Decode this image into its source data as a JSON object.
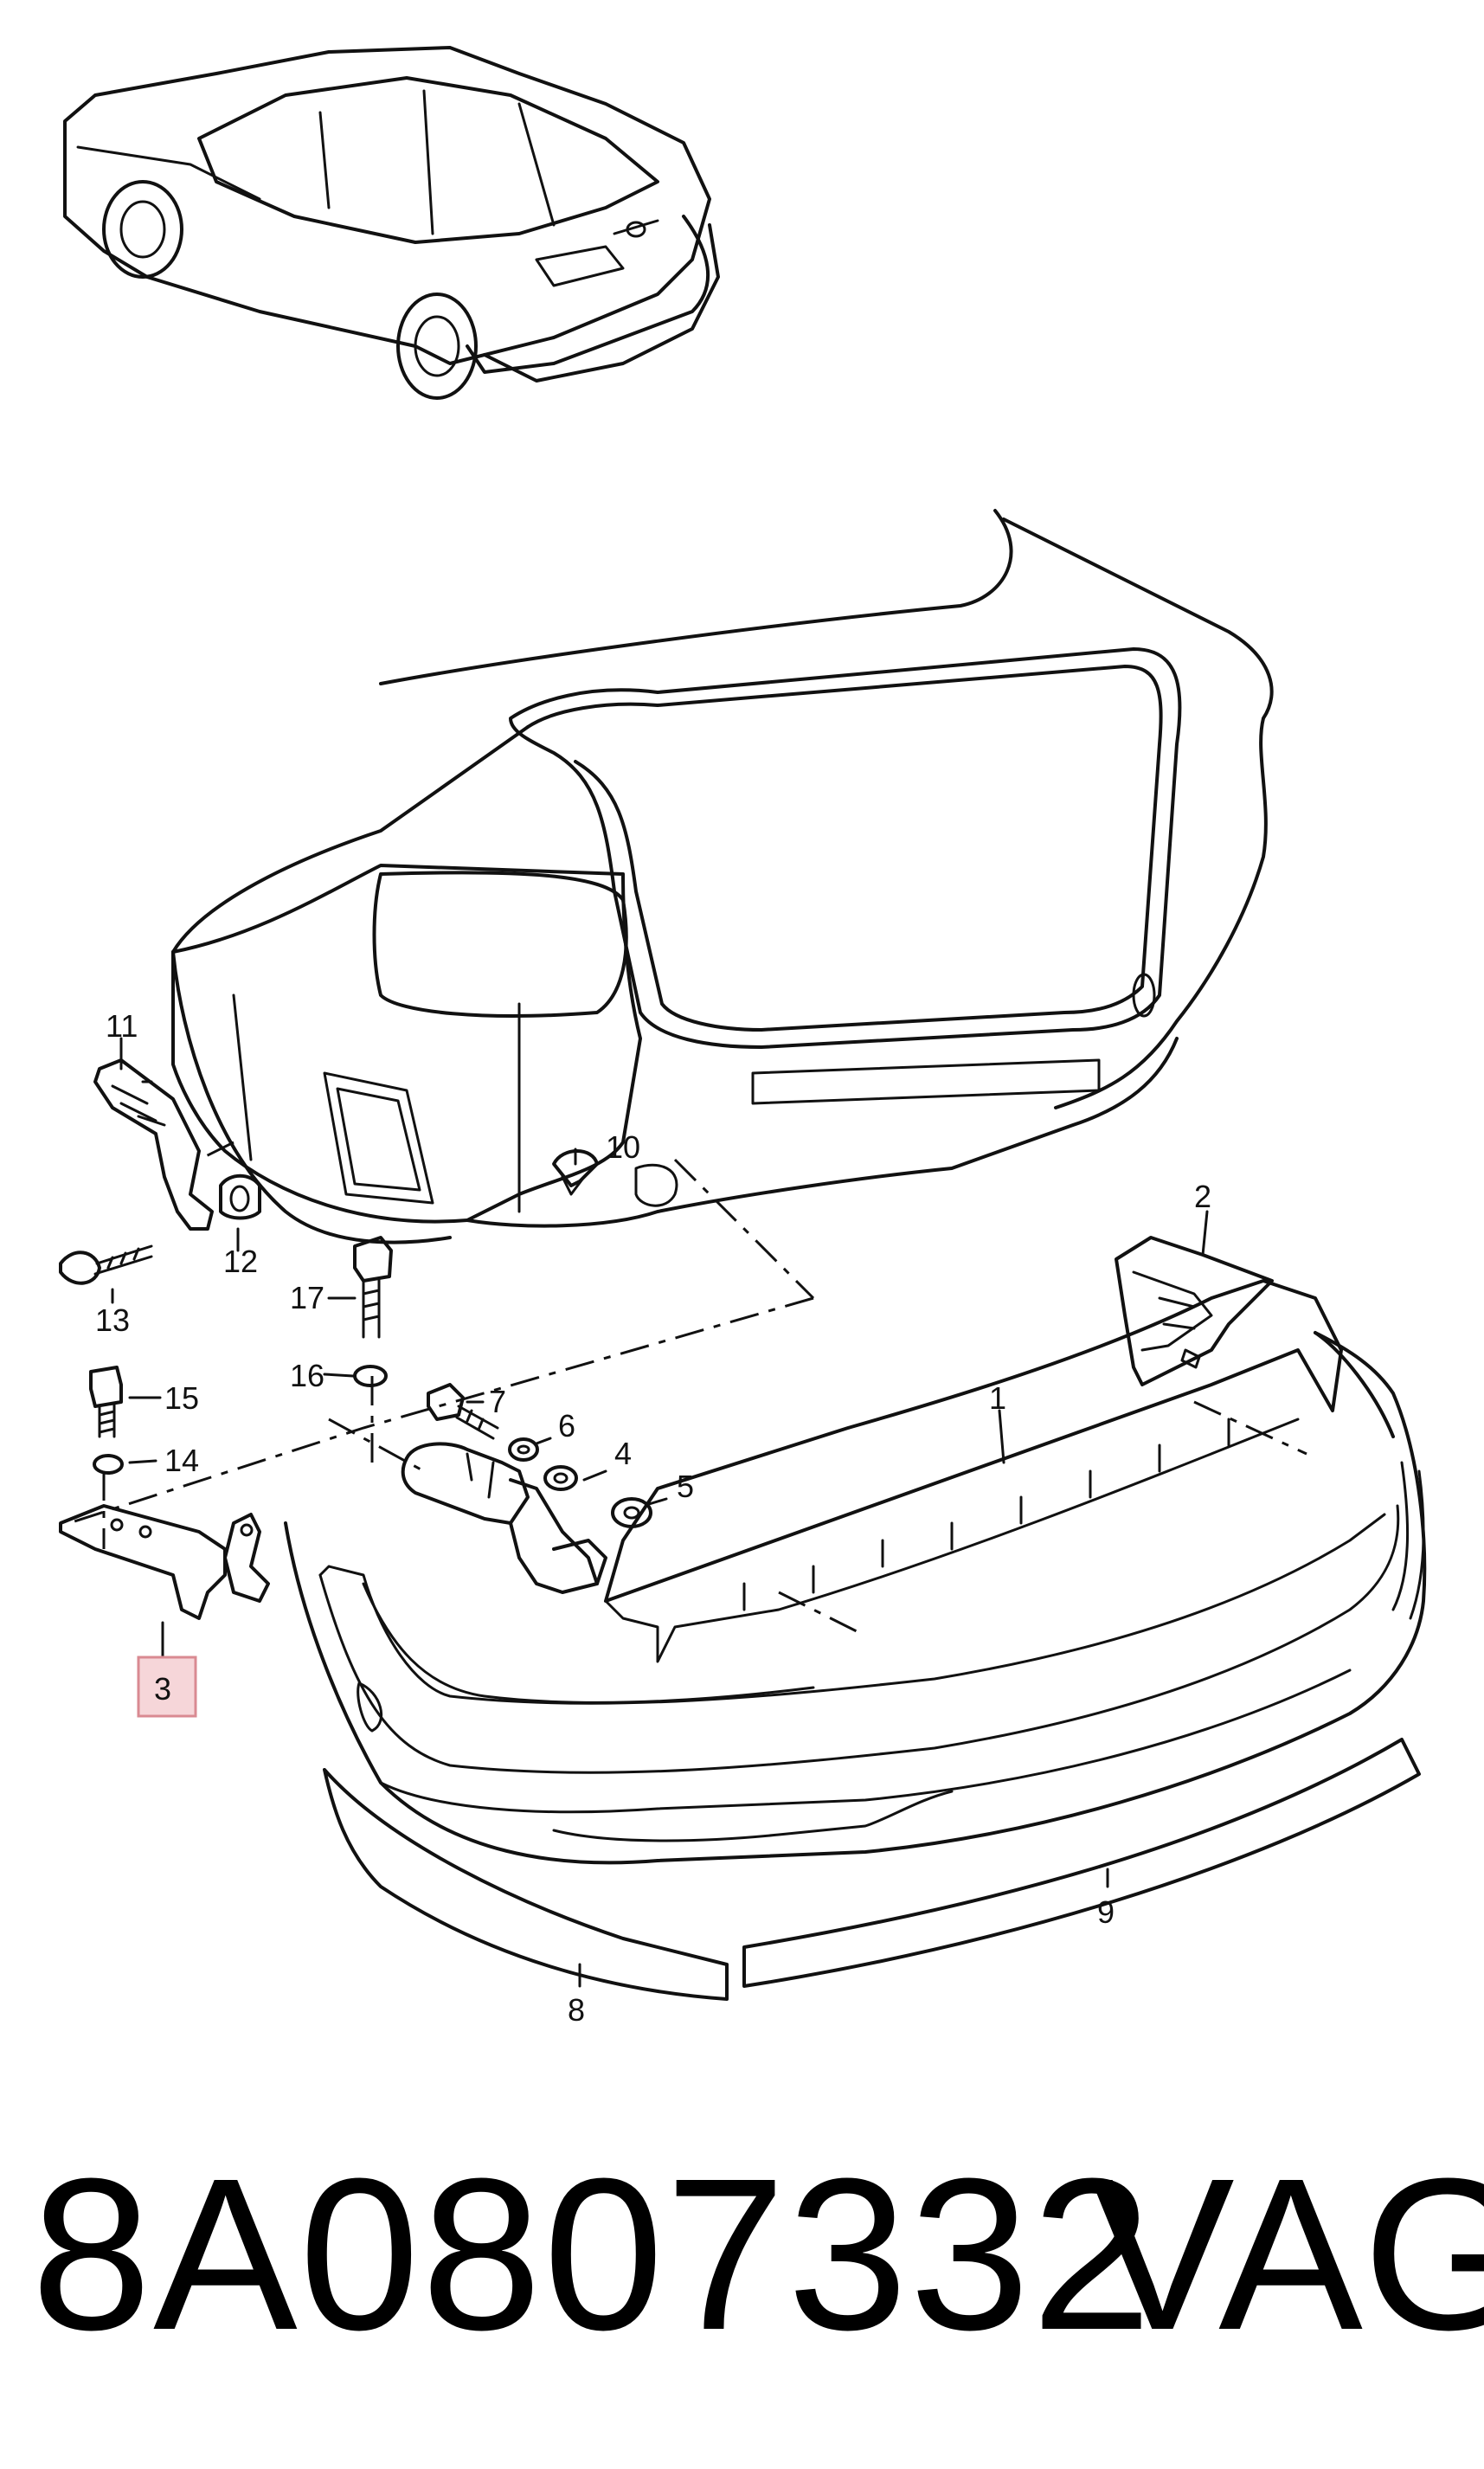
{
  "callouts": {
    "c1": "1",
    "c2": "2",
    "c3": "3",
    "c4": "4",
    "c5": "5",
    "c6": "6",
    "c7": "7",
    "c8": "8",
    "c9": "9",
    "c10": "10",
    "c11": "11",
    "c12": "12",
    "c13": "13",
    "c14": "14",
    "c15": "15",
    "c16": "16",
    "c17": "17"
  },
  "highlighted_callout": "3",
  "highlight_color": "#f6d6d9",
  "footer": {
    "part_number": "8A0807332",
    "brand": "VAG"
  }
}
